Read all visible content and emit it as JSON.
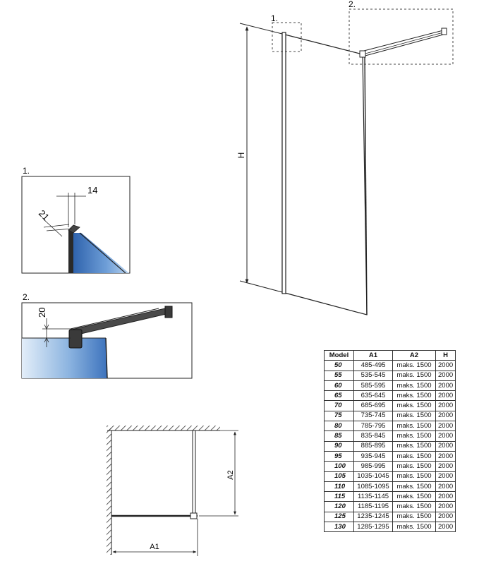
{
  "callouts": {
    "one": "1.",
    "two": "2."
  },
  "main_view": {
    "height_label": "H"
  },
  "detail_1": {
    "label": "1.",
    "dim_top": "14",
    "dim_side": "21"
  },
  "detail_2": {
    "label": "2.",
    "dim_side": "20"
  },
  "plan_view": {
    "width_label": "A1",
    "depth_label": "A2"
  },
  "colors": {
    "glass_blue_dark": "#3a6fb8",
    "glass_blue_light": "#d7e7f7",
    "line": "#222222"
  },
  "table": {
    "headers": [
      "Model",
      "A1",
      "A2",
      "H"
    ],
    "rows": [
      [
        "50",
        "485-495",
        "maks. 1500",
        "2000"
      ],
      [
        "55",
        "535-545",
        "maks. 1500",
        "2000"
      ],
      [
        "60",
        "585-595",
        "maks. 1500",
        "2000"
      ],
      [
        "65",
        "635-645",
        "maks. 1500",
        "2000"
      ],
      [
        "70",
        "685-695",
        "maks. 1500",
        "2000"
      ],
      [
        "75",
        "735-745",
        "maks. 1500",
        "2000"
      ],
      [
        "80",
        "785-795",
        "maks. 1500",
        "2000"
      ],
      [
        "85",
        "835-845",
        "maks. 1500",
        "2000"
      ],
      [
        "90",
        "885-895",
        "maks. 1500",
        "2000"
      ],
      [
        "95",
        "935-945",
        "maks. 1500",
        "2000"
      ],
      [
        "100",
        "985-995",
        "maks. 1500",
        "2000"
      ],
      [
        "105",
        "1035-1045",
        "maks. 1500",
        "2000"
      ],
      [
        "110",
        "1085-1095",
        "maks. 1500",
        "2000"
      ],
      [
        "115",
        "1135-1145",
        "maks. 1500",
        "2000"
      ],
      [
        "120",
        "1185-1195",
        "maks. 1500",
        "2000"
      ],
      [
        "125",
        "1235-1245",
        "maks. 1500",
        "2000"
      ],
      [
        "130",
        "1285-1295",
        "maks. 1500",
        "2000"
      ]
    ]
  }
}
